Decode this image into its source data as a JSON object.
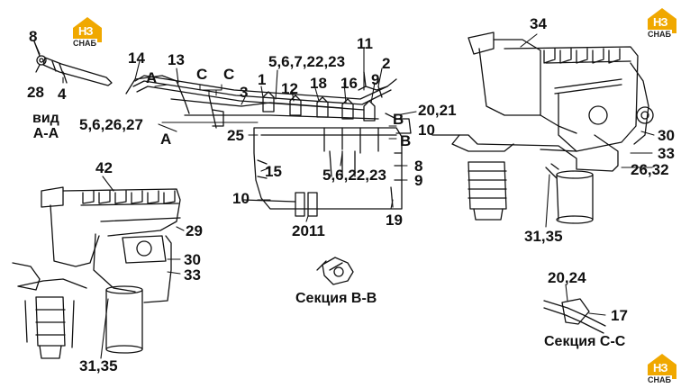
{
  "brand": {
    "letters": "НЗ",
    "subtitle": "СНАБ",
    "color": "#f0a800"
  },
  "callouts": {
    "c8_top": "8",
    "c28": "28",
    "c4": "4",
    "c14": "14",
    "c13": "13",
    "cA_top": "A",
    "cC1": "C",
    "cC2": "C",
    "c3": "3",
    "c1": "1",
    "c5_6_7_22_23": "5,6,7,22,23",
    "c11_top": "11",
    "c2": "2",
    "c12": "12",
    "c18": "18",
    "c16": "16",
    "c9_top": "9",
    "c20_21": "20,21",
    "cB1": "B",
    "c10_right": "10",
    "cB2": "B",
    "c5_6_26_27": "5,6,26,27",
    "c25": "25",
    "cA_bottom": "A",
    "c15": "15",
    "c5_6_22_23": "5,6,22,23",
    "c8_mid": "8",
    "c9_mid": "9",
    "c10_mid": "10",
    "c2011": "2011",
    "c19": "19",
    "c34": "34",
    "c30_right": "30",
    "c33_right": "33",
    "c26_32": "26,32",
    "c31_35_mid": "31,35",
    "c42": "42",
    "c29": "29",
    "c30_left": "30",
    "c33_left": "33",
    "c31_35_bottom": "31,35",
    "c20_24": "20,24",
    "c17": "17"
  },
  "captions": {
    "view_a": "вид\nА-А",
    "section_b": "Секция B-B",
    "section_c": "Секция C-C"
  }
}
